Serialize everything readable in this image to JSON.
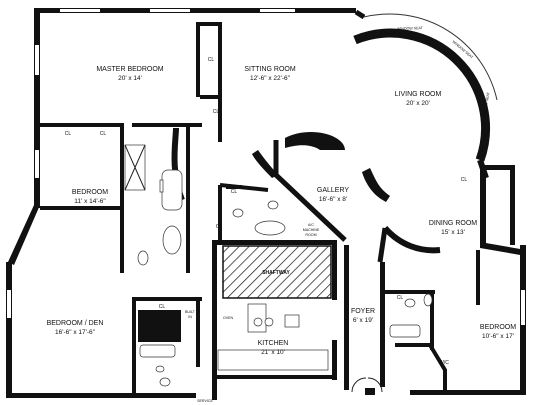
{
  "rooms": {
    "master_bedroom": {
      "name": "MASTER BEDROOM",
      "dims": "20' x 14'"
    },
    "sitting_room": {
      "name": "SITTING ROOM",
      "dims": "12'-6\" x 22'-6\""
    },
    "living_room": {
      "name": "LIVING ROOM",
      "dims": "20' x 20'"
    },
    "bedroom_1": {
      "name": "BEDROOM",
      "dims": "11' x 14'-6\""
    },
    "gallery": {
      "name": "GALLERY",
      "dims": "16'-6\" x 8'"
    },
    "dining_room": {
      "name": "DINING ROOM",
      "dims": "15' x 13'"
    },
    "bedroom_den": {
      "name": "BEDROOM / DEN",
      "dims": "16'-6\" x 17'-6\""
    },
    "kitchen": {
      "name": "KITCHEN",
      "dims": "21' x 10'"
    },
    "foyer": {
      "name": "FOYER",
      "dims": "6' x 19'"
    },
    "bedroom_2": {
      "name": "BEDROOM",
      "dims": "10'-6\" x 17'"
    }
  },
  "labels": {
    "closet": "CL",
    "shaftway": "SHAFTWAY",
    "ac_room_1": "A/C",
    "ac_room_2": "MACHINE",
    "ac_room_3": "ROOM",
    "window_seat": "WINDOW SEAT",
    "wic": "W/C",
    "oven": "OVEN",
    "built_in_1": "BUILT",
    "built_in_2": "IN",
    "service": "SERVICE"
  },
  "colors": {
    "wall": "#111111",
    "background": "#ffffff"
  }
}
